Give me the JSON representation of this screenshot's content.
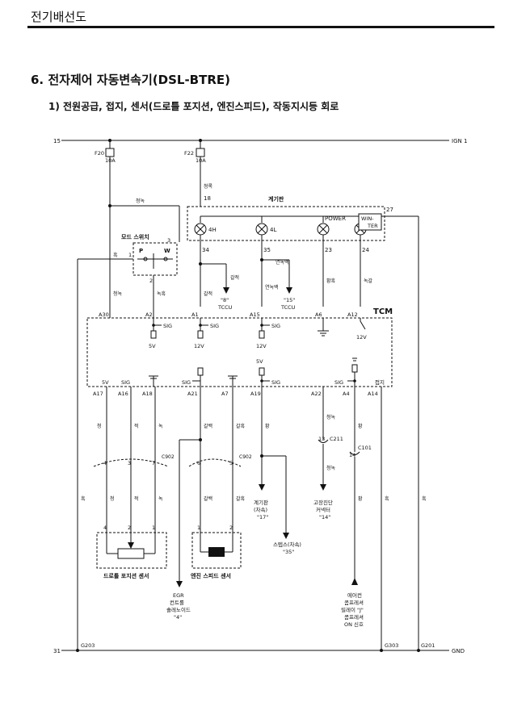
{
  "header": {
    "section": "전기배선도"
  },
  "title": "6. 전자제어 자동변속기(DSL-BTRE)",
  "subtitle": "1) 전원공급, 접지, 센서(드로틀 포지션, 엔진스피드), 작동지시등 회로",
  "diagram": {
    "rail_top": {
      "left": "15",
      "right": "IGN 1"
    },
    "rail_bottom": {
      "left": "31",
      "right": "GND"
    },
    "fuses": [
      {
        "name": "F20",
        "rating": "10A"
      },
      {
        "name": "F22",
        "rating": "10A"
      }
    ],
    "cluster": {
      "label": "계기판",
      "in_pin": "18",
      "right_pin": "27",
      "in_wire": "청록",
      "lamps": [
        {
          "label": "4H",
          "pin": "34"
        },
        {
          "label": "4L",
          "pin": "35"
        },
        {
          "label": "POWER",
          "pin": "23"
        },
        {
          "label": "WIN-\nTER",
          "pin": "24"
        }
      ]
    },
    "mode_switch": {
      "label": "모드 스위치",
      "p": "P",
      "w": "W",
      "pin1": "1",
      "pin2": "2",
      "pin3": "3",
      "wire_top": "청녹",
      "wire_left": "흑"
    },
    "tcm": {
      "label": "TCM",
      "top_pins": [
        {
          "pin": "A30",
          "wire": "청녹",
          "sig": ""
        },
        {
          "pin": "A2",
          "wire": "녹흑",
          "sig": "SIG",
          "volt": "5V"
        },
        {
          "pin": "A1",
          "wire": "갈적",
          "sig": "SIG",
          "volt": "12V"
        },
        {
          "pin": "A15",
          "wire": "연녹백",
          "sig": "SIG",
          "volt": "12V"
        },
        {
          "pin": "A6",
          "wire": "황흑",
          "sig": ""
        },
        {
          "pin": "A12",
          "wire": "녹갈",
          "sig": "",
          "volt": "12V"
        }
      ],
      "bottom_pins": [
        {
          "pin": "A17",
          "label": "5V",
          "wire": "청"
        },
        {
          "pin": "A16",
          "label": "SIG",
          "wire": "적"
        },
        {
          "pin": "A18",
          "label": "",
          "wire": "녹"
        },
        {
          "pin": "A21",
          "label": "SIG",
          "wire": "갈백"
        },
        {
          "pin": "A7",
          "label": "",
          "wire": "갈흑"
        },
        {
          "pin": "A19",
          "label": "SIG",
          "volt": "5V",
          "wire": "황"
        },
        {
          "pin": "A22",
          "label": "",
          "wire": "청녹"
        },
        {
          "pin": "A4",
          "label": "SIG",
          "wire": "황"
        },
        {
          "pin": "A14",
          "label": "접지",
          "wire": "흑"
        }
      ]
    },
    "tccu_refs": [
      {
        "wire": "갈적",
        "line1": "\"8\"",
        "line2": "TCCU"
      },
      {
        "wire": "연녹백",
        "line1": "\"15\"",
        "line2": "TCCU"
      }
    ],
    "connectors": [
      {
        "name": "C902",
        "pins": [
          "4",
          "3",
          "7"
        ]
      },
      {
        "name": "C902",
        "pins": [
          "6",
          "5"
        ]
      },
      {
        "name": "C211",
        "pin": "13"
      },
      {
        "name": "C101",
        "pin": "14"
      }
    ],
    "tps": {
      "label": "드로틀 포지션 센서",
      "pins": [
        "4",
        "2",
        "1"
      ],
      "wires": [
        "청",
        "적",
        "녹"
      ]
    },
    "ess": {
      "label": "엔진 스피드 센서",
      "pins": [
        "1",
        "2"
      ],
      "wires": [
        "갈백",
        "갈흑"
      ]
    },
    "refs": {
      "egr": [
        "EGR",
        "컨트롤",
        "솔레노이드",
        "\"4\""
      ],
      "cluster_speed": [
        "계기판",
        "(차속)",
        "\"17\""
      ],
      "tachs": [
        "스텝스(차속)",
        "\"35\""
      ],
      "diag": [
        "고장진단",
        "커넥터",
        "\"14\""
      ],
      "aircon": [
        "에어컨",
        "콤프레셔",
        "릴레이 \"J\"",
        "콤프레셔",
        "ON 신호"
      ]
    },
    "misc_wires": {
      "c211_lower": "청녹",
      "left_black": "흑",
      "tps_left": "흑",
      "a14": "흑",
      "right": "흑"
    },
    "grounds": [
      "G203",
      "G303",
      "G201"
    ]
  }
}
